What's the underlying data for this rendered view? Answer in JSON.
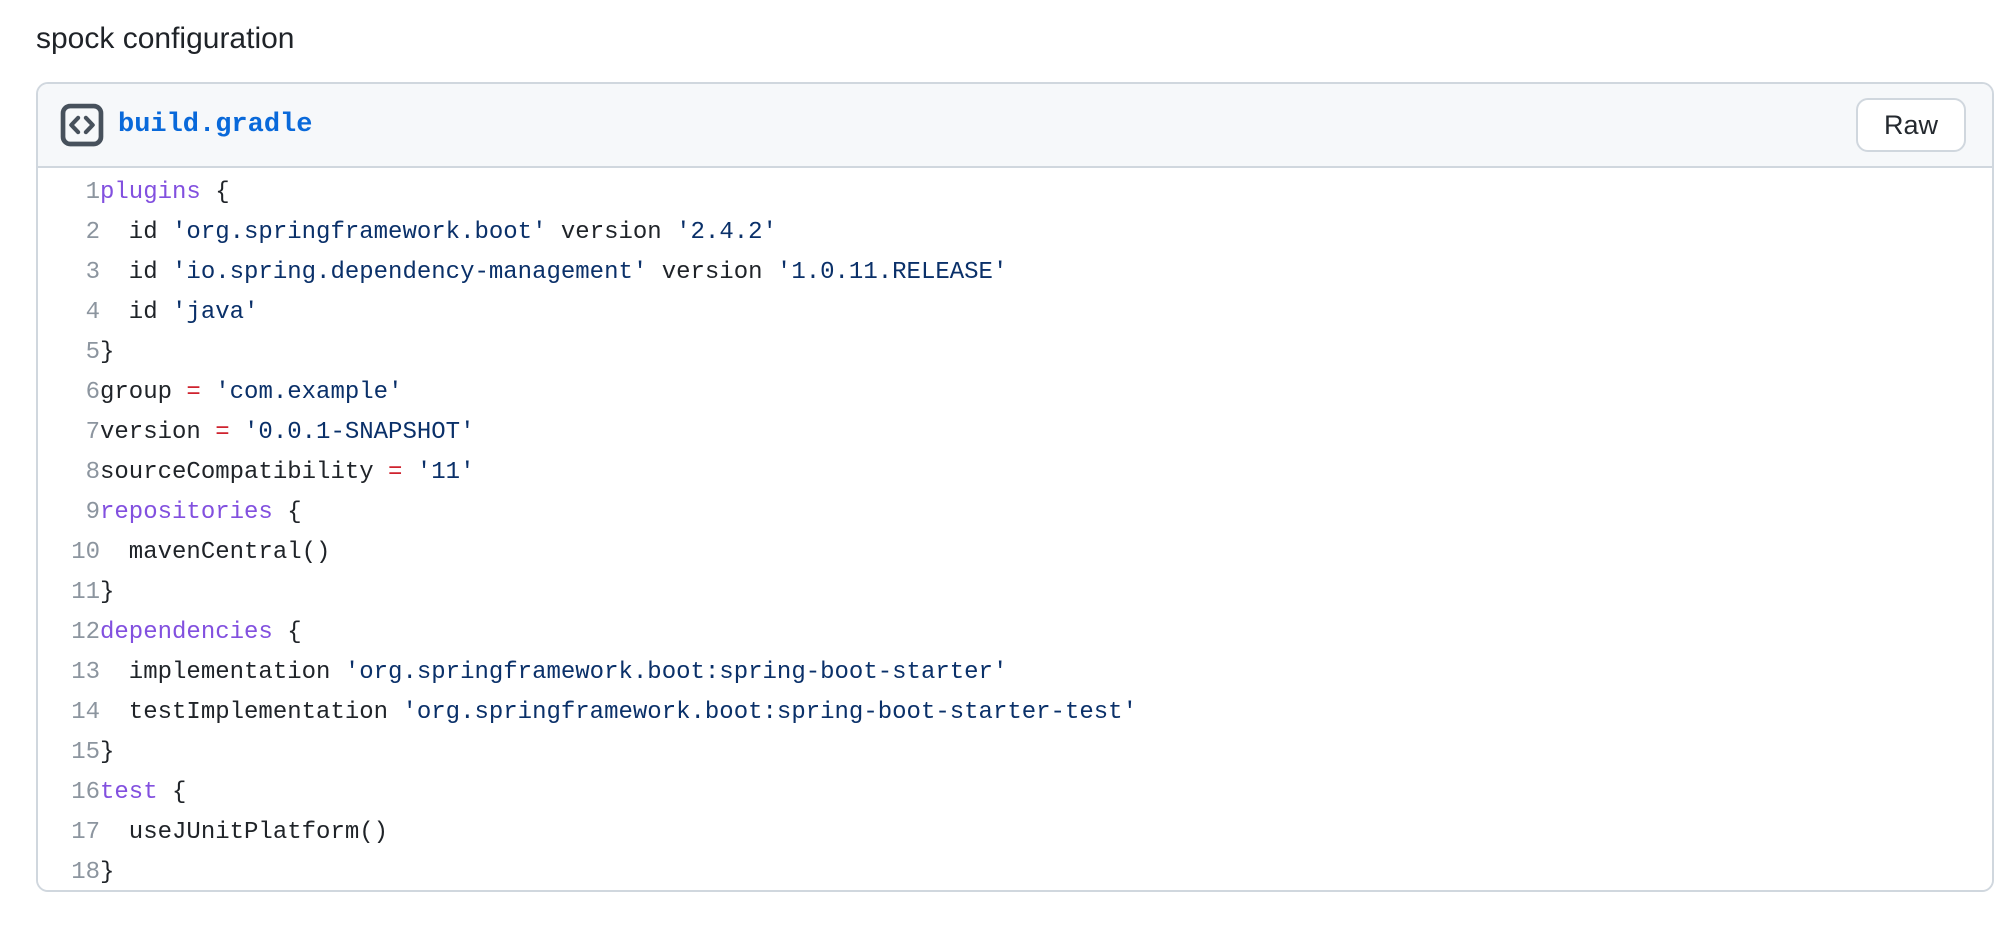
{
  "page": {
    "title": "spock configuration"
  },
  "gist": {
    "file_name": "build.gradle",
    "raw_button_label": "Raw",
    "header_icon": "code-icon"
  },
  "colors": {
    "accent_link": "#0969da",
    "keyword": "#8250df",
    "string": "#0a3069",
    "operator": "#cf222e",
    "plain": "#1f2328",
    "line_number": "#8c959f",
    "header_bg": "#f6f8fa",
    "border": "#d0d7de"
  },
  "code": {
    "lines": [
      {
        "num": "1",
        "tokens": [
          [
            "plugins",
            "keyword"
          ],
          [
            " {",
            "plain"
          ]
        ]
      },
      {
        "num": "2",
        "tokens": [
          [
            "  id ",
            "plain"
          ],
          [
            "'org.springframework.boot'",
            "string"
          ],
          [
            " version ",
            "plain"
          ],
          [
            "'2.4.2'",
            "string"
          ]
        ]
      },
      {
        "num": "3",
        "tokens": [
          [
            "  id ",
            "plain"
          ],
          [
            "'io.spring.dependency-management'",
            "string"
          ],
          [
            " version ",
            "plain"
          ],
          [
            "'1.0.11.RELEASE'",
            "string"
          ]
        ]
      },
      {
        "num": "4",
        "tokens": [
          [
            "  id ",
            "plain"
          ],
          [
            "'java'",
            "string"
          ]
        ]
      },
      {
        "num": "5",
        "tokens": [
          [
            "}",
            "plain"
          ]
        ]
      },
      {
        "num": "6",
        "tokens": [
          [
            "group ",
            "plain"
          ],
          [
            "=",
            "operator"
          ],
          [
            " ",
            "plain"
          ],
          [
            "'com.example'",
            "string"
          ]
        ]
      },
      {
        "num": "7",
        "tokens": [
          [
            "version ",
            "plain"
          ],
          [
            "=",
            "operator"
          ],
          [
            " ",
            "plain"
          ],
          [
            "'0.0.1-SNAPSHOT'",
            "string"
          ]
        ]
      },
      {
        "num": "8",
        "tokens": [
          [
            "sourceCompatibility ",
            "plain"
          ],
          [
            "=",
            "operator"
          ],
          [
            " ",
            "plain"
          ],
          [
            "'11'",
            "string"
          ]
        ]
      },
      {
        "num": "9",
        "tokens": [
          [
            "repositories",
            "keyword"
          ],
          [
            " {",
            "plain"
          ]
        ]
      },
      {
        "num": "10",
        "tokens": [
          [
            "  mavenCentral()",
            "plain"
          ]
        ]
      },
      {
        "num": "11",
        "tokens": [
          [
            "}",
            "plain"
          ]
        ]
      },
      {
        "num": "12",
        "tokens": [
          [
            "dependencies",
            "keyword"
          ],
          [
            " {",
            "plain"
          ]
        ]
      },
      {
        "num": "13",
        "tokens": [
          [
            "  implementation ",
            "plain"
          ],
          [
            "'org.springframework.boot:spring-boot-starter'",
            "string"
          ]
        ]
      },
      {
        "num": "14",
        "tokens": [
          [
            "  testImplementation ",
            "plain"
          ],
          [
            "'org.springframework.boot:spring-boot-starter-test'",
            "string"
          ]
        ]
      },
      {
        "num": "15",
        "tokens": [
          [
            "}",
            "plain"
          ]
        ]
      },
      {
        "num": "16",
        "tokens": [
          [
            "test",
            "keyword"
          ],
          [
            " {",
            "plain"
          ]
        ]
      },
      {
        "num": "17",
        "tokens": [
          [
            "  useJUnitPlatform()",
            "plain"
          ]
        ]
      },
      {
        "num": "18",
        "tokens": [
          [
            "}",
            "plain"
          ]
        ]
      }
    ]
  }
}
